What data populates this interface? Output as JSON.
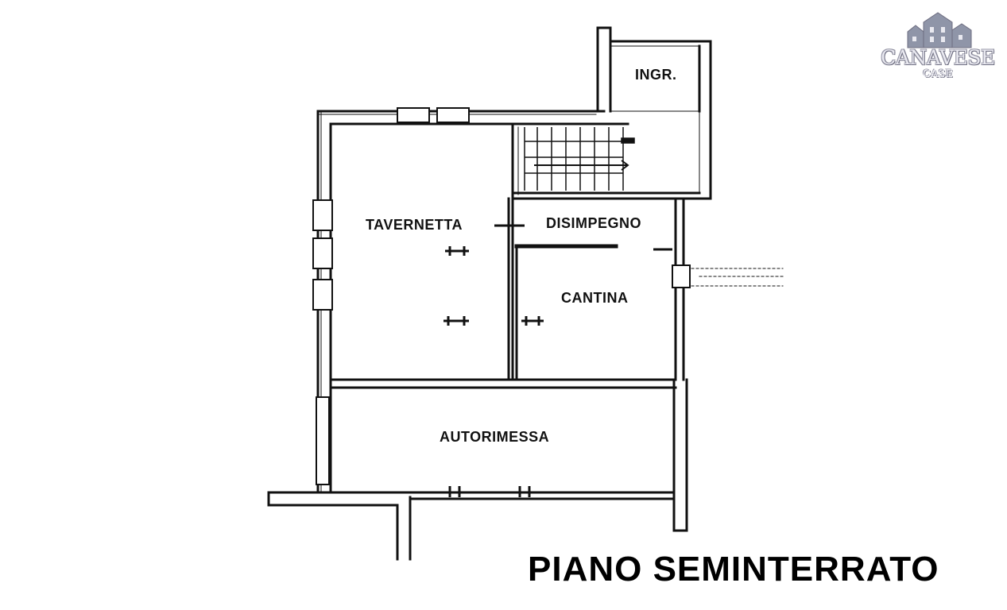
{
  "plan": {
    "title": "PIANO SEMINTERRATO",
    "rooms": {
      "ingresso": "INGR.",
      "tavernetta": "TAVERNETTA",
      "disimpegno": "DISIMPEGNO",
      "cantina": "CANTINA",
      "autorimessa": "AUTORIMESSA"
    }
  },
  "logo": {
    "name": "CANAVESE",
    "sub": "CASE"
  },
  "colors": {
    "wall": "#111111",
    "background": "#ffffff"
  }
}
